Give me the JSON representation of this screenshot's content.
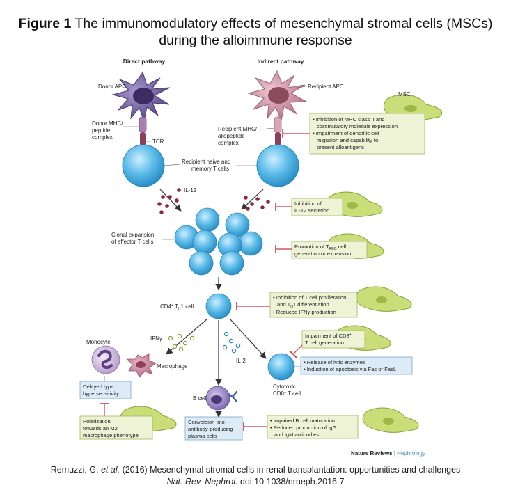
{
  "figure": {
    "label": "Figure 1",
    "title_line1": "The immunomodulatory effects of mesenchymal stromal cells (MSCs)",
    "title_line2": "during the alloimmune response"
  },
  "pathways": {
    "direct": "Direct pathway",
    "indirect": "Indirect pathway"
  },
  "labels": {
    "donor_apc": "Donor APC",
    "recipient_apc": "Recipient APC",
    "msc": "MSC",
    "donor_mhc_1": "Donor MHC/",
    "donor_mhc_2": "peptide",
    "donor_mhc_3": "complex",
    "tcr": "TCR",
    "recipient_mhc_1": "Recipient MHC/",
    "recipient_mhc_2": "allopeptide",
    "recipient_mhc_3": "complex",
    "naive_1": "Recipient naive and",
    "naive_2": "memory T cells",
    "il12": "IL-12",
    "clonal_1": "Clonal expansion",
    "clonal_2": "of effector T cells",
    "cd4_main": "CD4",
    "cd4_sup": "+",
    "cd4_t": " T",
    "cd4_sub": "H",
    "cd4_end": "1 cell",
    "ifn": "IFNγ",
    "il2": "IL-2",
    "monocyte": "Monocyte",
    "macrophage": "Macrophage",
    "bcell": "B cell",
    "cytotoxic_1": "Cytotoxic",
    "cytotoxic_2": "CD8",
    "cytotoxic_sup": "+",
    "cytotoxic_3": " T cell"
  },
  "boxes": {
    "mhc_inhibition": {
      "line1": "• Inhibition of MHC class II and",
      "line2": "costimulatory molecule expression",
      "line3": "• Impairment of dendritic cell",
      "line4": "migration and capability to",
      "line5": "present alloantigens"
    },
    "il12_inhibition": {
      "line1": "Inhibition of",
      "line2": "IL-12 secretion"
    },
    "treg": {
      "line1_a": "Promotion of T",
      "line1_sub": "REG",
      "line1_b": " cell",
      "line2": "generation or expansion"
    },
    "t_prolif": {
      "line1": "• Inhibition of T cell proliferation",
      "line2_a": "and T",
      "line2_sub": "H",
      "line2_b": "1 differentiation",
      "line3": "• Reduced IFNγ production"
    },
    "cd8_gen": {
      "line1_a": "Impairment of CD8",
      "line1_sup": "+",
      "line2": "T cell generation"
    },
    "lytic": {
      "line1": "• Release of lytic enzymes",
      "line2": "• Induction of apoptosis via Fas or FasL"
    },
    "dth": {
      "line1": "Delayed type",
      "line2": "hypersensitivity"
    },
    "m2": {
      "line1": "Polarization",
      "line2": "towards an M2",
      "line3": "macrophage phenotype"
    },
    "plasma": {
      "line1": "Conversion into",
      "line2": "antibody-producing",
      "line3": "plasma cells"
    },
    "bcell_mat": {
      "line1": "• Impaired B cell maturation",
      "line2": "• Reduced production of IgG",
      "line3": "and IgM antibodies"
    }
  },
  "publisher": {
    "name": "Nature Reviews",
    "separator": " | ",
    "journal": "Nephrology"
  },
  "citation": {
    "authors": "Remuzzi, G. ",
    "etal": "et al.",
    "rest": " (2016) Mesenchymal stromal cells in renal transplantation: opportunities and challenges",
    "journal": "Nat. Rev. Nephrol.",
    "doi": " doi:10.1038/nrneph.2016.7"
  },
  "colors": {
    "tcell": "#4fb3e3",
    "apc_donor": "#6d5a9e",
    "apc_recipient": "#c98fa3",
    "msc": "#c8dc78",
    "box_green": "#eef3d6",
    "box_blue": "#dcebf6",
    "inhibit_red": "#c8383a"
  }
}
